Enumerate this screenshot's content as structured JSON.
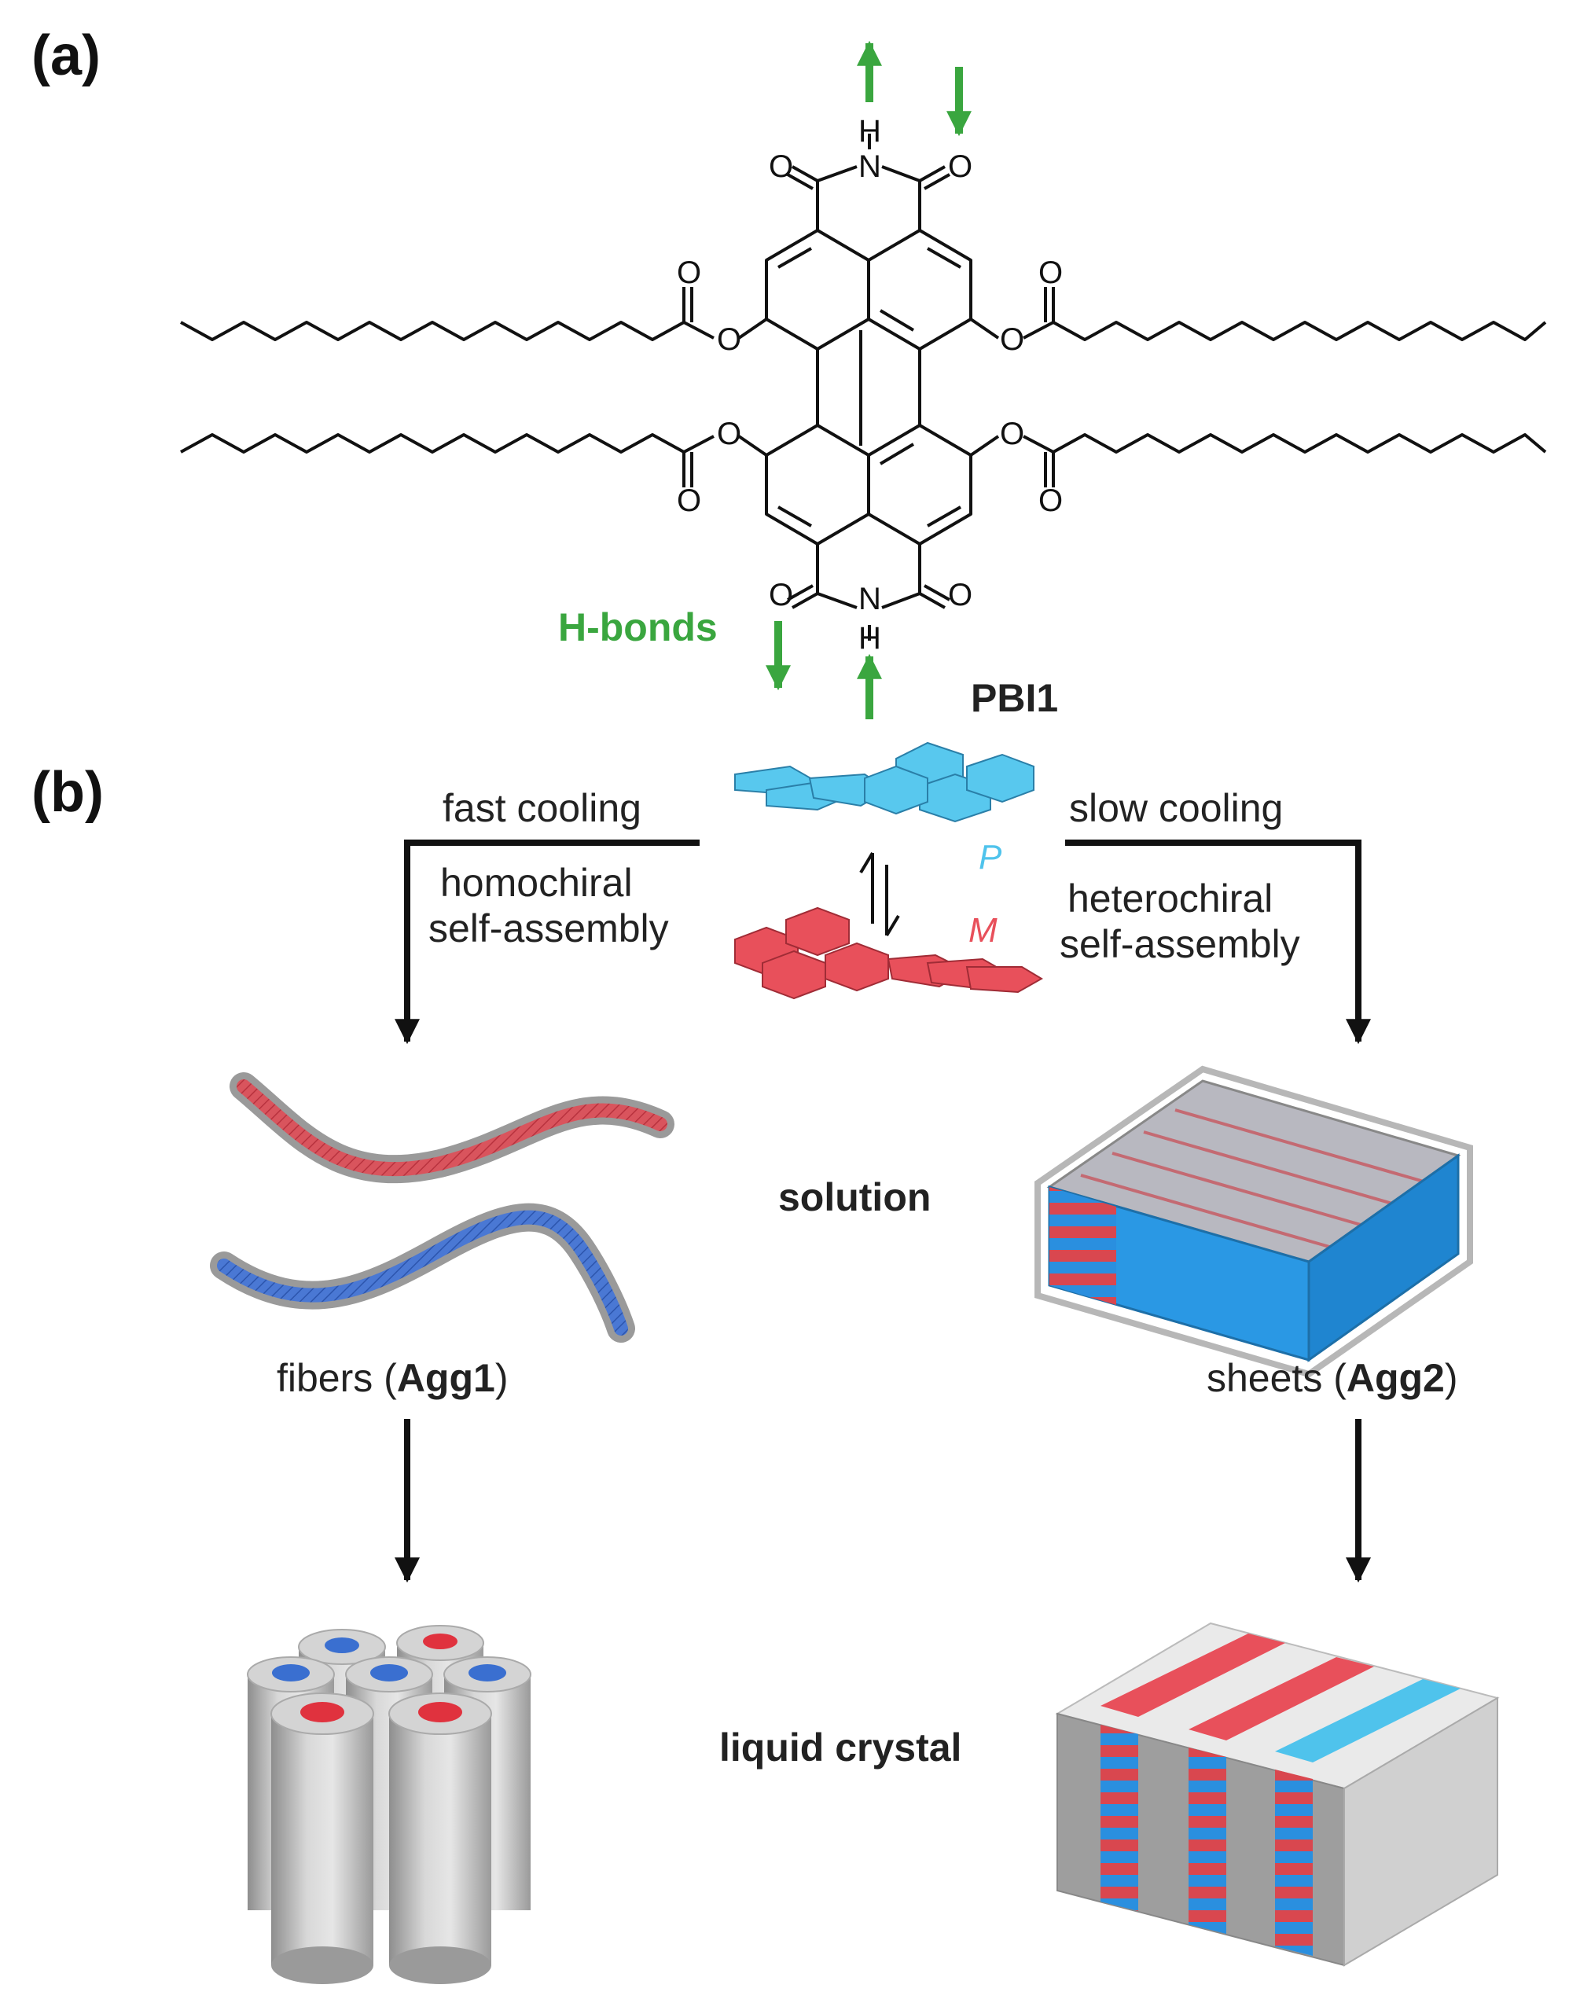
{
  "panels": {
    "a": "(a)",
    "b": "(b)"
  },
  "molecule": {
    "name": "PBI1",
    "hbond_label": "H-bonds",
    "atoms": {
      "O": "O",
      "N": "N",
      "H": "H"
    }
  },
  "enantiomers": {
    "p_label": "P",
    "m_label": "M"
  },
  "pathways": {
    "left": {
      "condition": "fast cooling",
      "line1": "homochiral",
      "line2": "self-assembly"
    },
    "right": {
      "condition": "slow cooling",
      "line1": "heterochiral",
      "line2": "self-assembly"
    }
  },
  "aggregates": {
    "left": {
      "prefix": "fibers (",
      "name": "Agg1",
      "suffix": ")"
    },
    "right": {
      "prefix": "sheets (",
      "name": "Agg2",
      "suffix": ")"
    }
  },
  "phases": {
    "solution": "solution",
    "liquid_crystal": "liquid crystal"
  },
  "colors": {
    "P": "#4fc3ec",
    "M": "#e8505b",
    "hbond": "#3aa63f",
    "fiber_blue": "#3f6fcf",
    "sheet_blue": "#2a8fdf",
    "gray": "#c9c9c9"
  }
}
